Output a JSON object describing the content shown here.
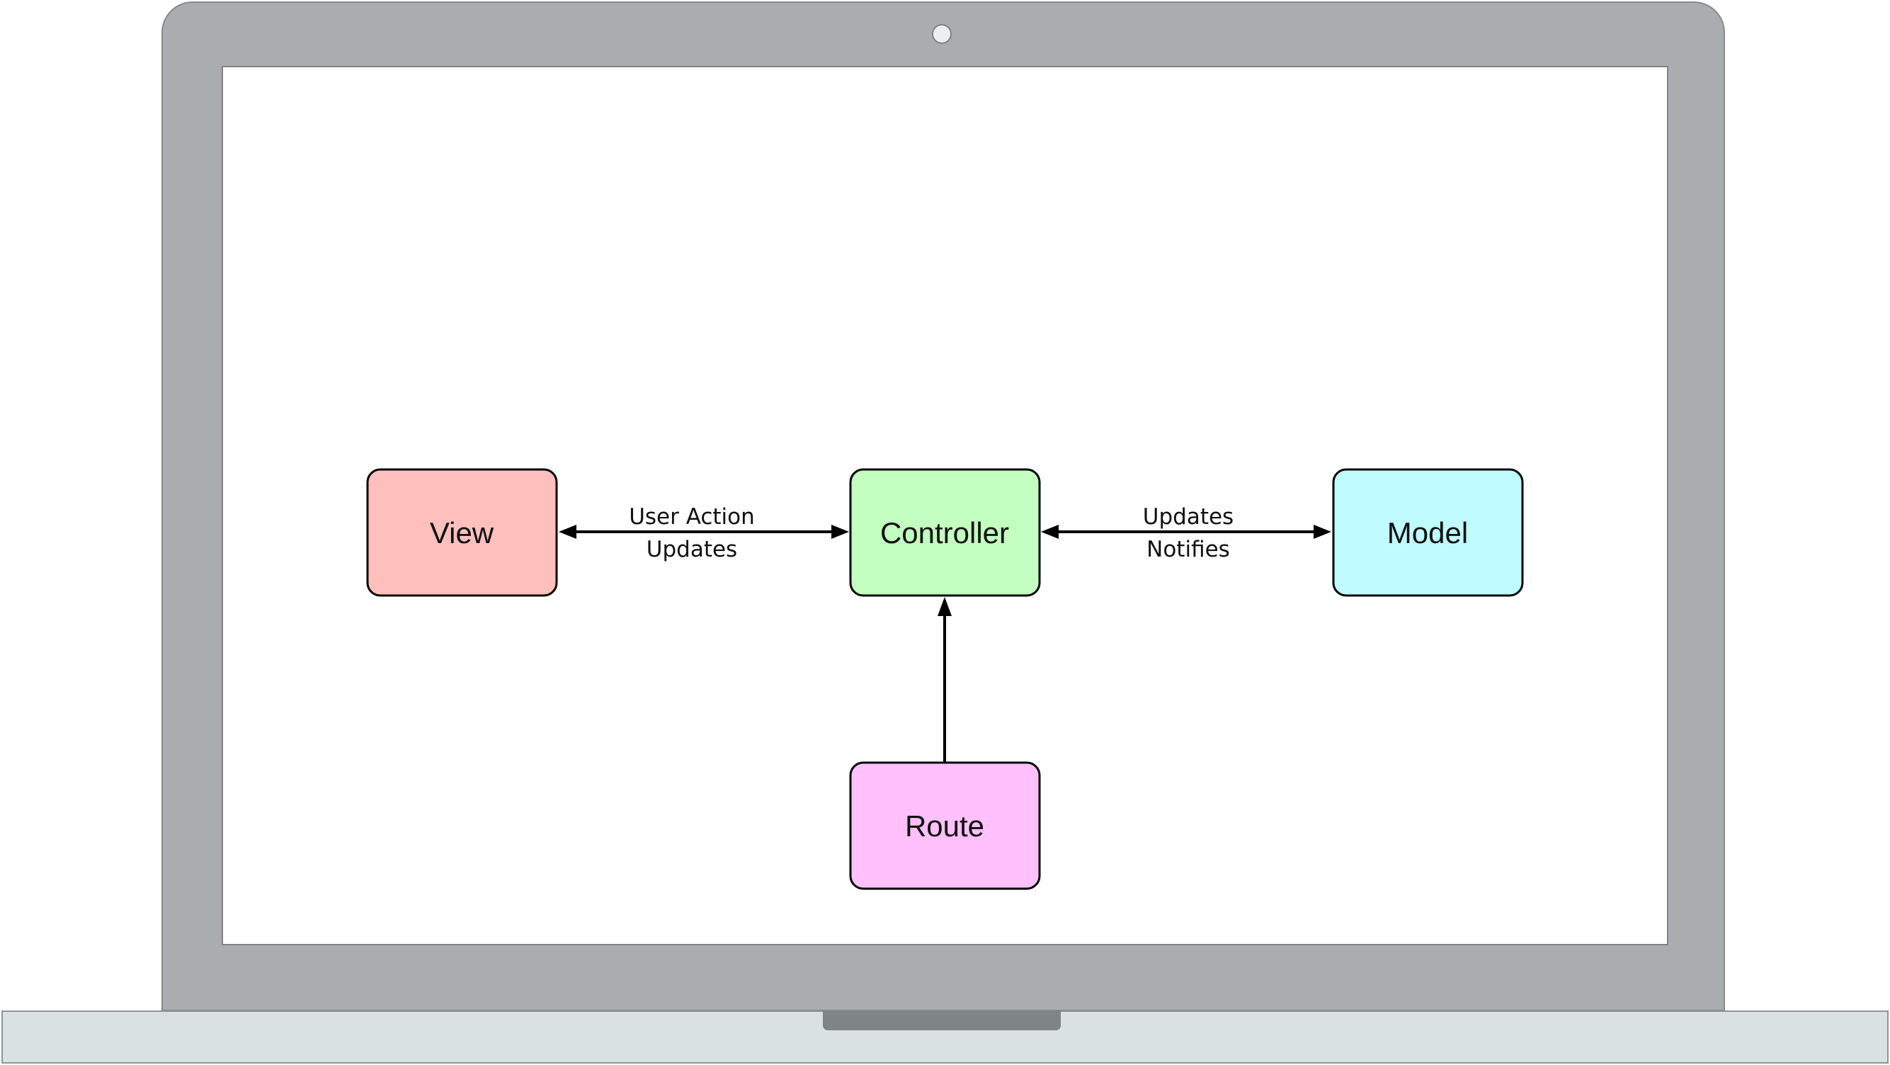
{
  "nodes": {
    "view": {
      "label": "View",
      "color": "#ffc0bd"
    },
    "controller": {
      "label": "Controller",
      "color": "#c2ffc0"
    },
    "model": {
      "label": "Model",
      "color": "#c0fbff"
    },
    "route": {
      "label": "Route",
      "color": "#ffc0fc"
    }
  },
  "edges": {
    "view_controller": {
      "label_top": "User Action",
      "label_bottom": "Updates",
      "direction": "bidirectional"
    },
    "controller_model": {
      "label_top": "Updates",
      "label_bottom": "Notifies",
      "direction": "bidirectional"
    },
    "route_controller": {
      "direction": "route-to-controller"
    }
  },
  "frame": {
    "lid_color": "#a9adb0",
    "base_color": "#d9e1e2"
  }
}
